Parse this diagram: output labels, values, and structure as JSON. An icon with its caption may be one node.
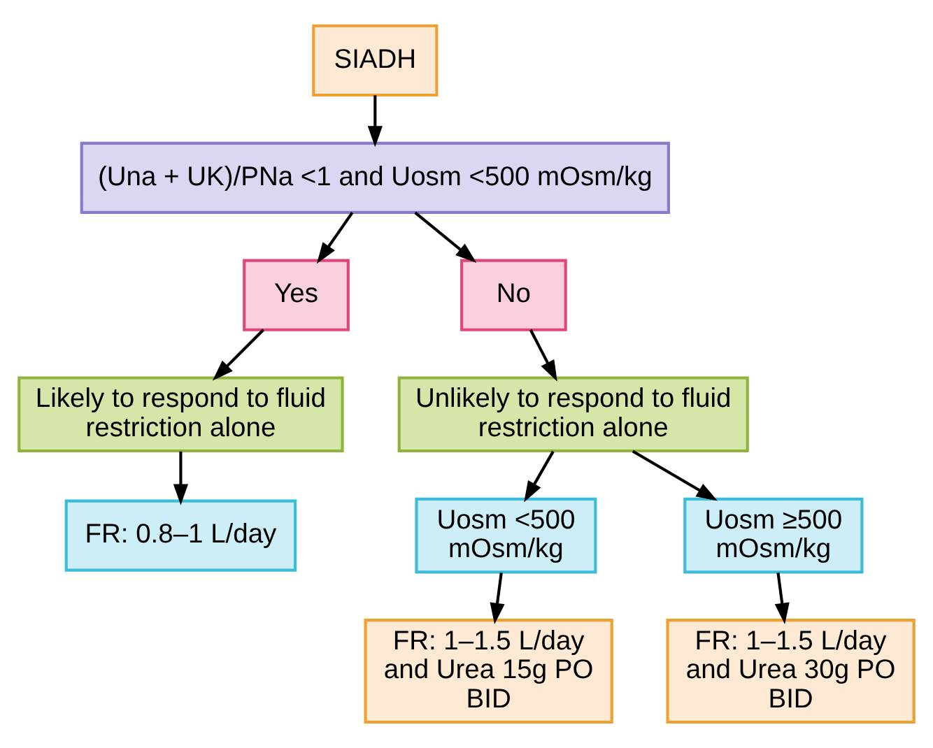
{
  "diagram": {
    "nodes": [
      {
        "text": [
          "SIADH"
        ]
      },
      {
        "text": [
          "(Una + UK)/PNa <1 and Uosm <500 mOsm/kg"
        ]
      },
      {
        "text": [
          "Yes"
        ]
      },
      {
        "text": [
          "No"
        ]
      },
      {
        "text": [
          "Likely to respond to fluid restriction alone"
        ]
      },
      {
        "text": [
          "Unlikely to respond to fluid restriction alone"
        ]
      },
      {
        "text": [
          "FR: 0.8–1 L/day"
        ]
      },
      {
        "text": [
          "Uosm <500 mOsm/kg"
        ]
      },
      {
        "text": [
          "Uosm ≥500 mOsm/kg"
        ]
      },
      {
        "text": [
          "FR: 1–1.5 L/day and Urea 15g PO BID"
        ]
      },
      {
        "text": [
          "FR: 1–1.5 L/day and Urea 30g PO BID"
        ]
      }
    ],
    "edges": [
      {
        "from": 0,
        "to": 1,
        "arrow": "to"
      },
      {
        "from": 1,
        "to": 2,
        "arrow": "to"
      },
      {
        "from": 1,
        "to": 3,
        "arrow": "to"
      },
      {
        "from": 2,
        "to": 4,
        "arrow": "to"
      },
      {
        "from": 3,
        "to": 5,
        "arrow": "to"
      },
      {
        "from": 4,
        "to": 6,
        "arrow": "to"
      },
      {
        "from": 5,
        "to": 7,
        "arrow": "to"
      },
      {
        "from": 5,
        "to": 8,
        "arrow": "to"
      },
      {
        "from": 7,
        "to": 9,
        "arrow": "to"
      },
      {
        "from": 8,
        "to": 10,
        "arrow": "to"
      }
    ]
  }
}
